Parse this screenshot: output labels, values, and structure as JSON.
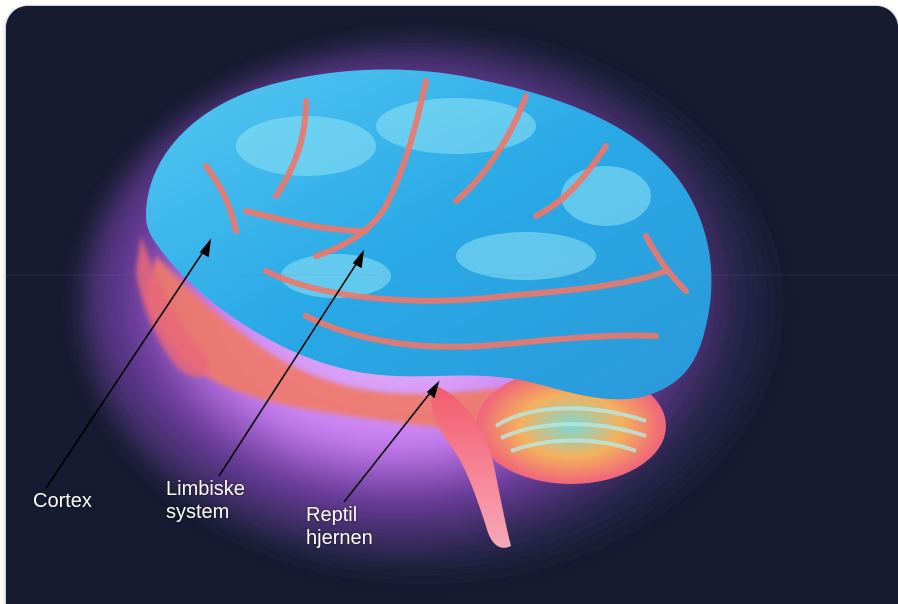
{
  "labels": {
    "cortex": "Cortex",
    "limbic": "Limbiske\nsystem",
    "reptilian": "Reptil\nhjernen"
  },
  "colors": {
    "background": "#161b31",
    "cortex": "#29a9e6",
    "glow": "#c77cf0",
    "sulci": "#f0766a",
    "brainstem": "#ef5f7c",
    "arrows": "#000000"
  }
}
